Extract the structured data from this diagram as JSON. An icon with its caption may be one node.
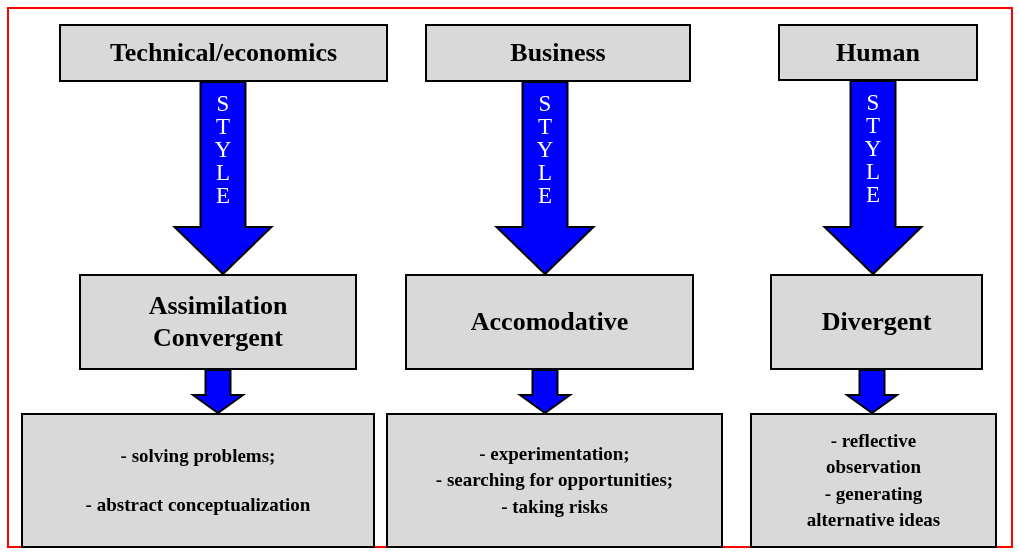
{
  "diagram": {
    "nodes": [
      {
        "text": [
          "Technical/economics"
        ]
      },
      {
        "text": [
          "Business"
        ]
      },
      {
        "text": [
          "Human"
        ]
      },
      {
        "text": [
          "Assimilation Convergent"
        ]
      },
      {
        "text": [
          "Accomodative"
        ]
      },
      {
        "text": [
          "Divergent"
        ]
      },
      {
        "text": [
          "- solving problems;",
          "- abstract conceptualization"
        ]
      },
      {
        "text": [
          "- experimentation;",
          "- searching for opportunities;",
          "- taking risks"
        ]
      },
      {
        "text": [
          "- reflective observation",
          "- generating alternative ideas"
        ]
      }
    ],
    "edges": [
      {
        "from": 0,
        "to": 3,
        "arrow": "to",
        "label": "STYLE"
      },
      {
        "from": 1,
        "to": 4,
        "arrow": "to",
        "label": "STYLE"
      },
      {
        "from": 2,
        "to": 5,
        "arrow": "to",
        "label": "STYLE"
      },
      {
        "from": 3,
        "to": 6,
        "arrow": "to"
      },
      {
        "from": 4,
        "to": 7,
        "arrow": "to"
      },
      {
        "from": 5,
        "to": 8,
        "arrow": "to"
      }
    ]
  }
}
